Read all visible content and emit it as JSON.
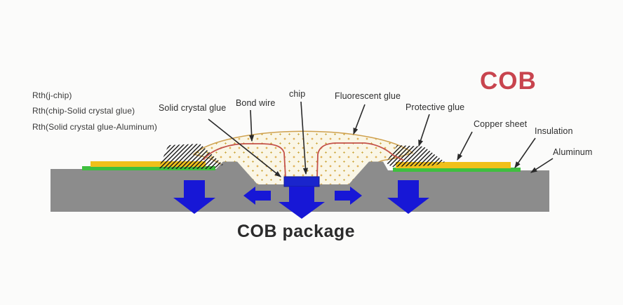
{
  "title": "COB",
  "caption": "COB package",
  "labels": {
    "rth_j_chip": "Rth(j-chip)",
    "rth_chip_glue": "Rth(chip-Solid crystal glue)",
    "rth_glue_aluminum": "Rth(Solid crystal glue-Aluminum)",
    "solid_crystal_glue": "Solid crystal glue",
    "bond_wire": "Bond wire",
    "chip": "chip",
    "fluorescent_glue": "Fluorescent glue",
    "protective_glue": "Protective glue",
    "copper_sheet": "Copper sheet",
    "insulation": "Insulation",
    "aluminum": "Aluminum"
  },
  "colors": {
    "title_red": "#c8444e",
    "arrow_blue": "#1717d6",
    "chip_blue": "#1a25cc",
    "copper_yellow": "#f0c01a",
    "insulation_green": "#3fbf3f",
    "aluminum_gray": "#8c8c8c",
    "dome_cream": "#faf6e6",
    "dome_outline_tan": "#cfa14f",
    "bond_wire_red": "#c4524a",
    "pointer_black": "#2a2a2a"
  },
  "icons": {
    "heat_flow": "down-arrow-icon",
    "lateral_heat_flow": "side-arrow-icon",
    "label_pointer": "arrow-pointer-icon"
  }
}
